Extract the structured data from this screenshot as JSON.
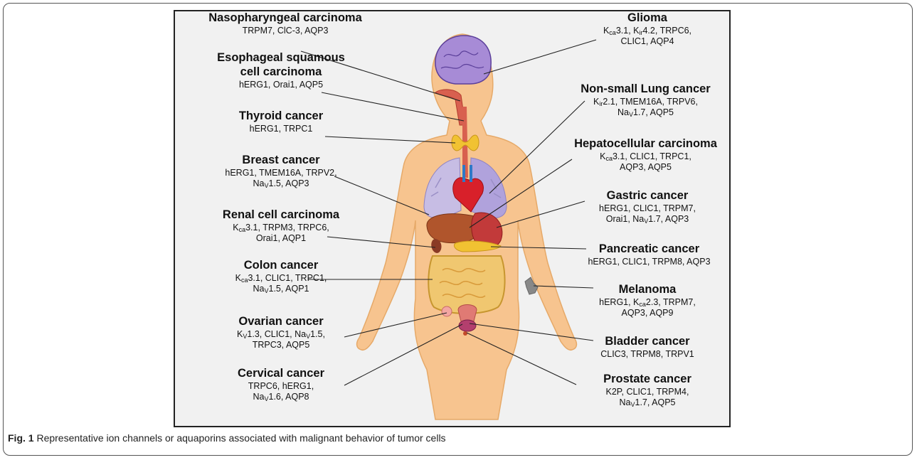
{
  "caption": {
    "label": "Fig. 1",
    "text": "Representative ion channels or aquaporins associated with malignant behavior of tumor cells"
  },
  "colors": {
    "panel_background": "#f1f1f1",
    "skin": "#f7c48f",
    "brain": "#a78bd6",
    "lungs": "#b9aedd",
    "heart": "#d8202a",
    "liver": "#b0552c",
    "stomach": "#c23a3a",
    "intestine": "#f0c770",
    "thyroid": "#f1c232",
    "melanoma": "#888888",
    "leader_line": "#222222"
  },
  "cancers": [
    {
      "key": "nasopharyngeal",
      "name": "Nasopharyngeal carcinoma",
      "lines": [
        "TRPM7, ClC-3, AQP3"
      ]
    },
    {
      "key": "esophageal",
      "name": "Esophageal squamous cell carcinoma",
      "name_lines": [
        "Esophageal squamous",
        "cell carcinoma"
      ],
      "lines": [
        "hERG1, Orai1, AQP5"
      ]
    },
    {
      "key": "thyroid",
      "name": "Thyroid cancer",
      "lines": [
        "hERG1, TRPC1"
      ]
    },
    {
      "key": "breast",
      "name": "Breast cancer",
      "lines": [
        "hERG1, TMEM16A, TRPV2,",
        "NaV1.5, AQP3"
      ]
    },
    {
      "key": "renal",
      "name": "Renal cell carcinoma",
      "lines": [
        "Kca3.1, TRPM3, TRPC6,",
        "Orai1, AQP1"
      ]
    },
    {
      "key": "colon",
      "name": "Colon cancer",
      "lines": [
        "Kca3.1, CLIC1, TRPC1,",
        "NaV1.5, AQP1"
      ]
    },
    {
      "key": "ovarian",
      "name": "Ovarian cancer",
      "lines": [
        "KV1.3, CLIC1, NaV1.5,",
        "TRPC3, AQP5"
      ]
    },
    {
      "key": "cervical",
      "name": "Cervical cancer",
      "lines": [
        "TRPC6, hERG1,",
        "NaV1.6, AQP8"
      ]
    },
    {
      "key": "glioma",
      "name": "Glioma",
      "lines": [
        "Kca3.1, Kir4.2, TRPC6,",
        "CLIC1, AQP4"
      ]
    },
    {
      "key": "nsclc",
      "name": "Non-small Lung cancer",
      "lines": [
        "Kir2.1, TMEM16A, TRPV6,",
        "NaV1.7, AQP5"
      ]
    },
    {
      "key": "hcc",
      "name": "Hepatocellular carcinoma",
      "lines": [
        "Kca3.1, CLIC1, TRPC1,",
        "AQP3, AQP5"
      ]
    },
    {
      "key": "gastric",
      "name": "Gastric cancer",
      "lines": [
        "hERG1, CLIC1, TRPM7,",
        "Orai1, NaV1.7, AQP3"
      ]
    },
    {
      "key": "pancreatic",
      "name": "Pancreatic cancer",
      "lines": [
        "hERG1, CLIC1, TRPM8, AQP3"
      ]
    },
    {
      "key": "melanoma",
      "name": "Melanoma",
      "lines": [
        "hERG1, Kca2.3, TRPM7,",
        "AQP3, AQP9"
      ]
    },
    {
      "key": "bladder",
      "name": "Bladder cancer",
      "lines": [
        "CLIC3, TRPM8, TRPV1"
      ]
    },
    {
      "key": "prostate",
      "name": "Prostate cancer",
      "lines": [
        "K2P, CLIC1, TRPM4,",
        "NaV1.7, AQP5"
      ]
    }
  ]
}
